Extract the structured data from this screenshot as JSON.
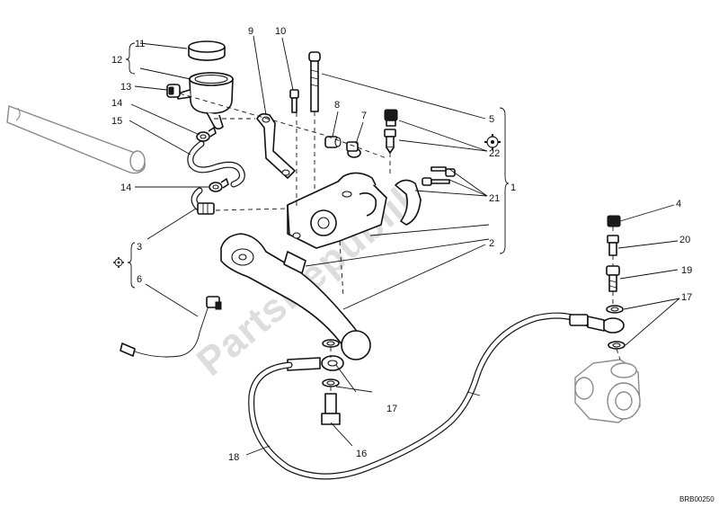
{
  "callouts": {
    "c1": "1",
    "c2": "2",
    "c3": "3",
    "c4": "4",
    "c5": "5",
    "c6": "6",
    "c7": "7",
    "c8": "8",
    "c9": "9",
    "c10": "10",
    "c11": "11",
    "c12": "12",
    "c13": "13",
    "c14a": "14",
    "c14b": "14",
    "c15": "15",
    "c16": "16",
    "c17a": "17",
    "c17b": "17",
    "c18": "18",
    "c19": "19",
    "c20": "20",
    "c21": "21",
    "c22": "22"
  },
  "watermark": "PartsRepublik",
  "reference_code": "BRB00250",
  "icons": {
    "gear": "gear-icon"
  }
}
